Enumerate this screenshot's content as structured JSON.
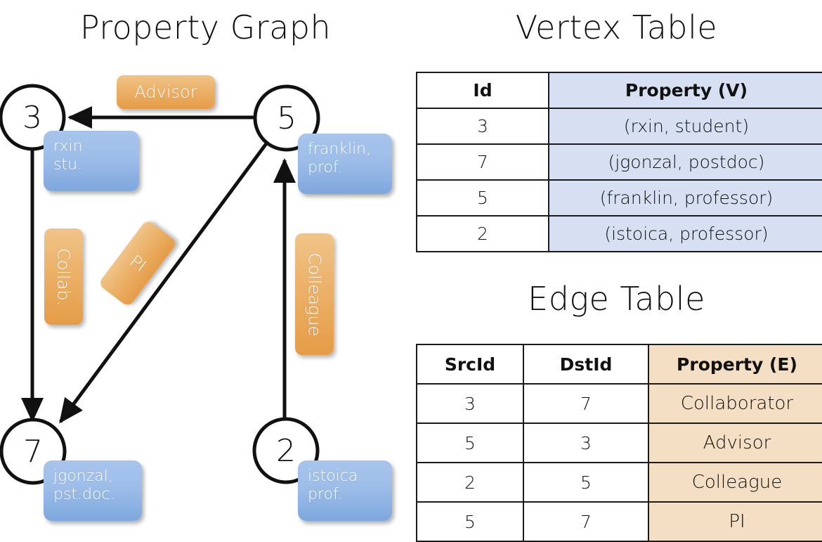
{
  "titles": {
    "graph": "Property Graph",
    "vertex": "Vertex Table",
    "edge": "Edge Table"
  },
  "graph": {
    "nodes": [
      {
        "id": "3",
        "property": "rxin\nstu."
      },
      {
        "id": "5",
        "property": "franklin,\nprof."
      },
      {
        "id": "7",
        "property": "jgonzal,\npst.doc."
      },
      {
        "id": "2",
        "property": "istoica\nprof."
      }
    ],
    "node_labels": {
      "n3": "3",
      "n5": "5",
      "n7": "7",
      "n2": "2"
    },
    "property_boxes": {
      "rxin_line1": "rxin",
      "rxin_line2": "stu.",
      "franklin_line1": "franklin,",
      "franklin_line2": "prof.",
      "jgonzal_line1": "jgonzal,",
      "jgonzal_line2": "pst.doc.",
      "istoica_line1": "istoica",
      "istoica_line2": "prof."
    },
    "edge_labels": {
      "advisor": "Advisor",
      "collab": "Collab.",
      "pi": "PI",
      "colleague": "Colleague"
    },
    "edges": [
      {
        "src": "5",
        "dst": "3",
        "label": "Advisor"
      },
      {
        "src": "3",
        "dst": "7",
        "label": "Collab."
      },
      {
        "src": "5",
        "dst": "7",
        "label": "PI"
      },
      {
        "src": "2",
        "dst": "5",
        "label": "Colleague"
      }
    ]
  },
  "vertex_table": {
    "headers": [
      "Id",
      "Property (V)"
    ],
    "rows": [
      [
        "3",
        "(rxin, student)"
      ],
      [
        "7",
        "(jgonzal, postdoc)"
      ],
      [
        "5",
        "(franklin, professor)"
      ],
      [
        "2",
        "(istoica, professor)"
      ]
    ]
  },
  "edge_table": {
    "headers": [
      "SrcId",
      "DstId",
      "Property (E)"
    ],
    "rows": [
      [
        "3",
        "7",
        "Collaborator"
      ],
      [
        "5",
        "3",
        "Advisor"
      ],
      [
        "2",
        "5",
        "Colleague"
      ],
      [
        "5",
        "7",
        "PI"
      ]
    ]
  },
  "colors": {
    "vertex_property_bg": "#d6e0f2",
    "edge_property_bg": "#f4dec4",
    "node_box_blue": "#9dbde9",
    "edge_label_orange": "#ecb36c",
    "stroke": "#111111"
  }
}
